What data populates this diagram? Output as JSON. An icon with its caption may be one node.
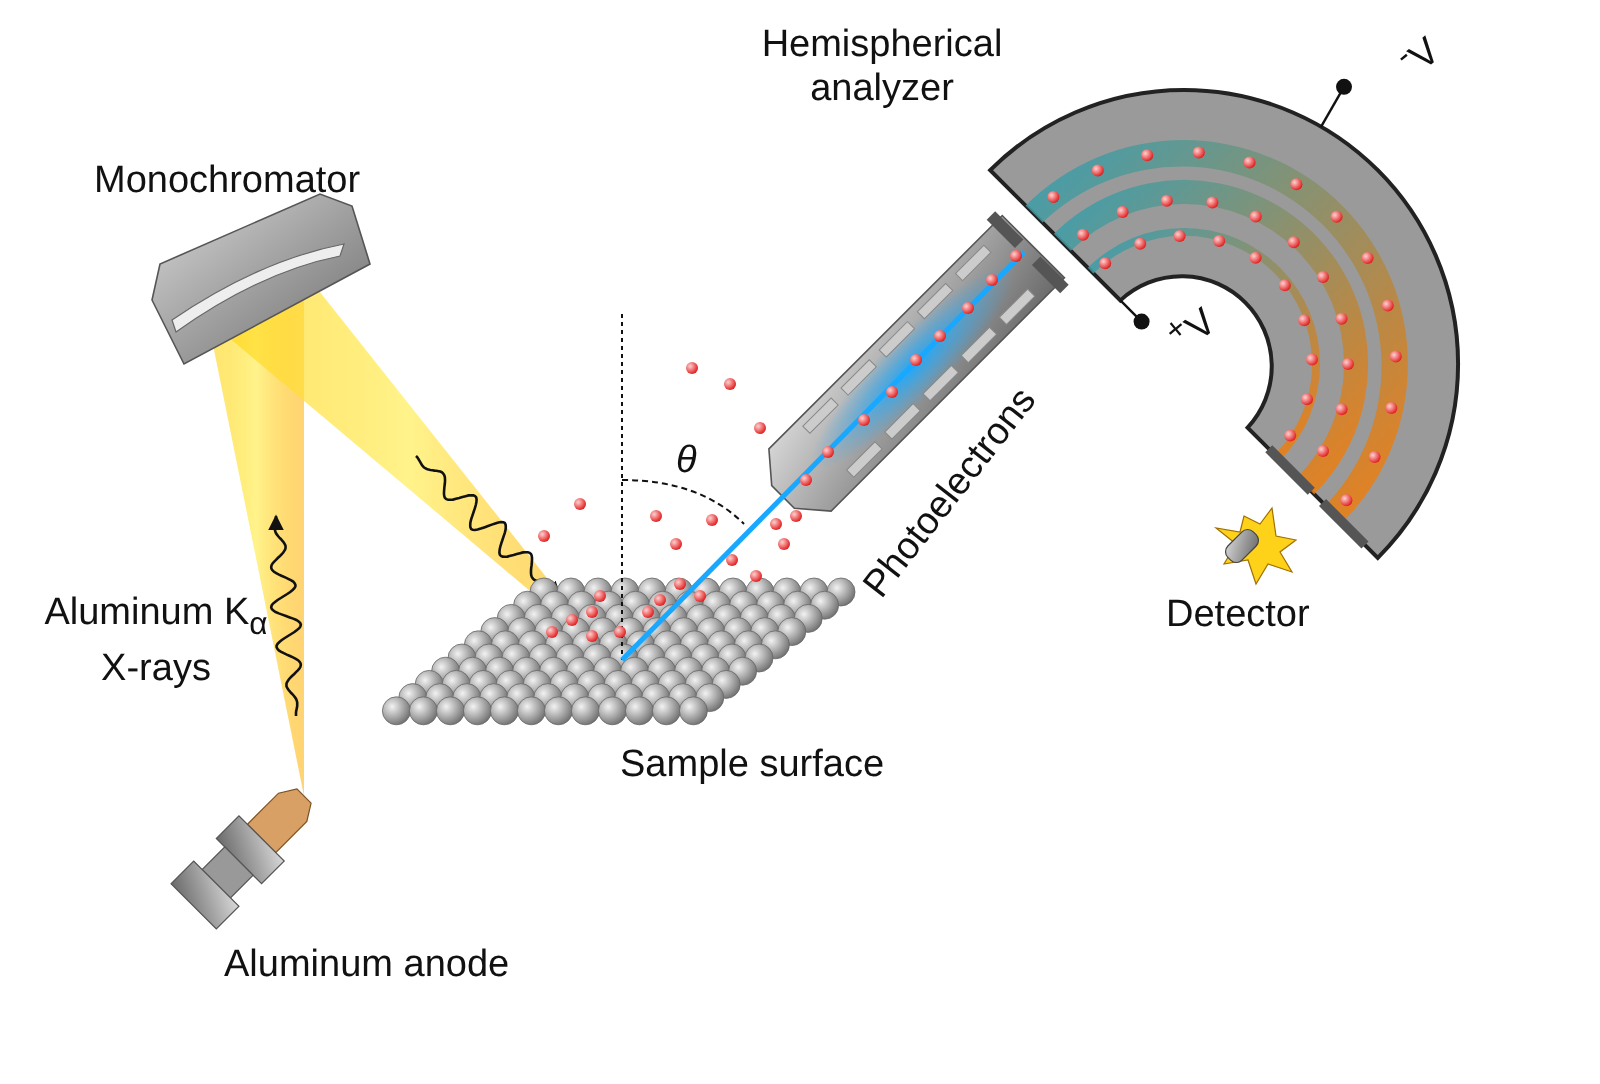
{
  "diagram": {
    "labels": [
      "Hemispherical analyzer",
      "Monochromator",
      "$^{-}$V",
      "$^{+}$V",
      "θ",
      "Photoelectrons",
      "Aluminum K$_{α}$ X-rays",
      "Detector",
      "Sample surface",
      "Aluminum anode"
    ]
  }
}
